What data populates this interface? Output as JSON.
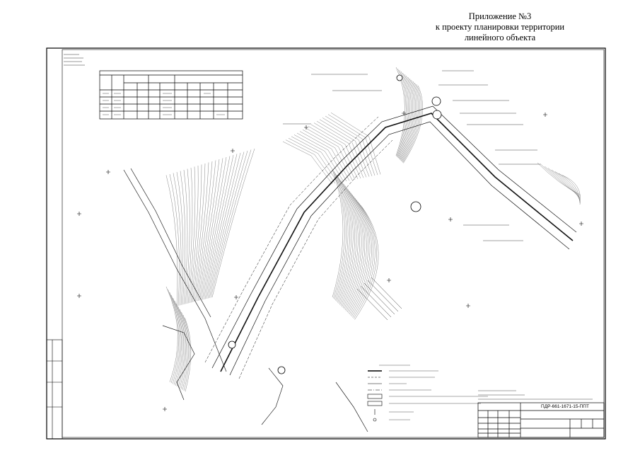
{
  "header": {
    "line1": "Приложение №3",
    "line2": "к проекту планировки территории",
    "line3": "линейного объекта"
  },
  "drawing_code": "ПДР-661-1671-15-ППТ",
  "stamp_title": "Чертеж границ зон планируемого размещения линейного объекта"
}
